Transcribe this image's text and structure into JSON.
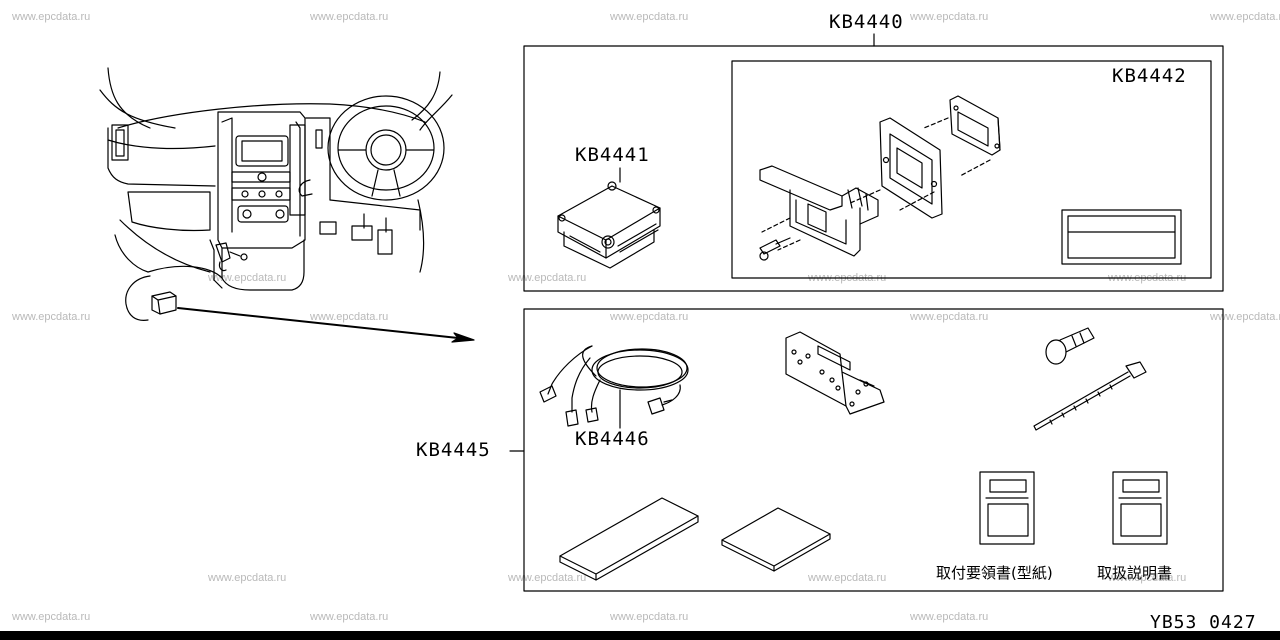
{
  "watermark": "www.epcdata.ru",
  "labels": {
    "kb4440": "KB4440",
    "kb4441": "KB4441",
    "kb4442": "KB4442",
    "kb4445": "KB4445",
    "kb4446": "KB4446"
  },
  "notes": {
    "install_template": "取付要領書(型紙)",
    "manual": "取扱説明書"
  },
  "diagram_code": "YB53 0427"
}
